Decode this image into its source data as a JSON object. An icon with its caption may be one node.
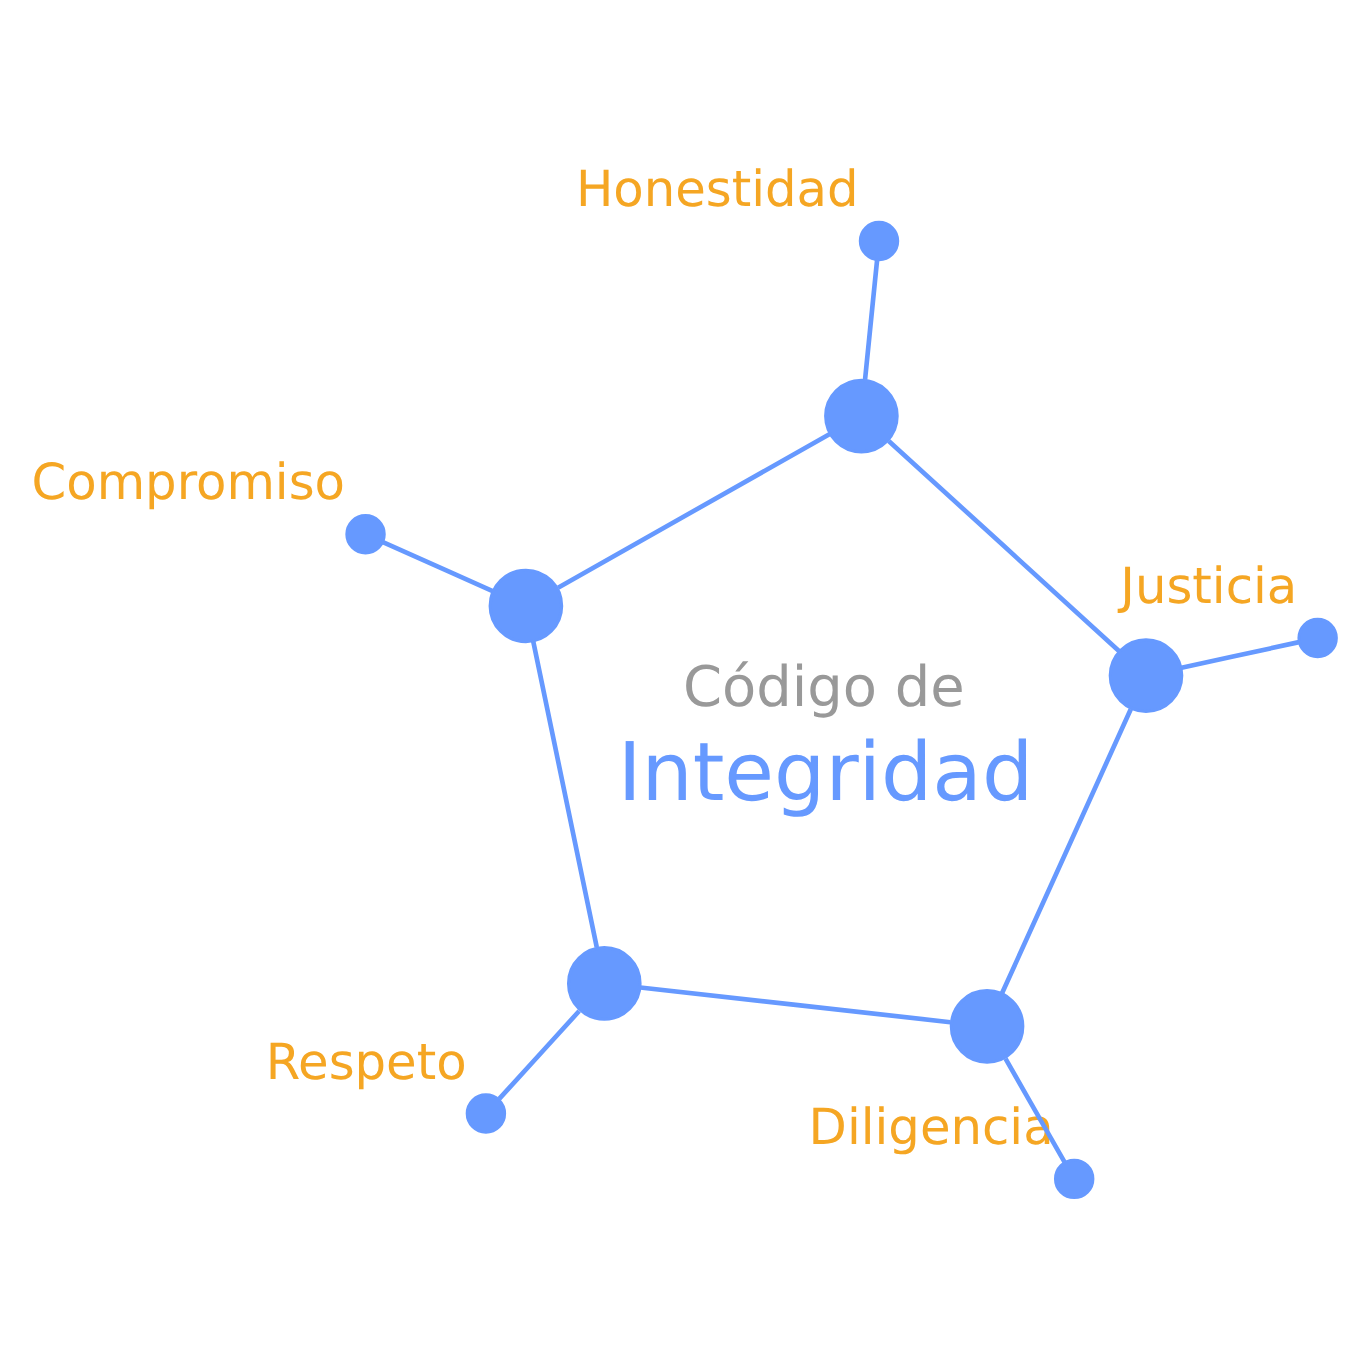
{
  "diagram": {
    "nodes": [
      {
        "text": [],
        "shape": "circle"
      },
      {
        "text": [],
        "shape": "circle"
      },
      {
        "text": [],
        "shape": "circle"
      },
      {
        "text": [],
        "shape": "circle"
      },
      {
        "text": [],
        "shape": "circle"
      },
      {
        "text": [],
        "shape": "circle",
        "beside": [
          "Justicia"
        ]
      },
      {
        "text": [],
        "shape": "circle",
        "beside": [
          "Honestidad"
        ]
      },
      {
        "text": [],
        "shape": "circle",
        "beside": [
          "Diligencia"
        ]
      },
      {
        "text": [],
        "shape": "circle",
        "beside": [
          "Compromiso"
        ]
      },
      {
        "text": [],
        "shape": "circle",
        "beside": [
          "Respeto"
        ]
      }
    ],
    "edges": [
      {
        "from": 0,
        "to": 2,
        "arrow": "none"
      },
      {
        "from": 2,
        "to": 4,
        "arrow": "none"
      },
      {
        "from": 4,
        "to": 3,
        "arrow": "none"
      },
      {
        "from": 3,
        "to": 1,
        "arrow": "none"
      },
      {
        "from": 1,
        "to": 0,
        "arrow": "none"
      },
      {
        "from": 0,
        "to": 5,
        "arrow": "none"
      },
      {
        "from": 1,
        "to": 6,
        "arrow": "none"
      },
      {
        "from": 2,
        "to": 7,
        "arrow": "none"
      },
      {
        "from": 3,
        "to": 8,
        "arrow": "none"
      },
      {
        "from": 4,
        "to": 9,
        "arrow": "none"
      }
    ],
    "labels": [
      "Código de",
      "Integridad"
    ]
  }
}
